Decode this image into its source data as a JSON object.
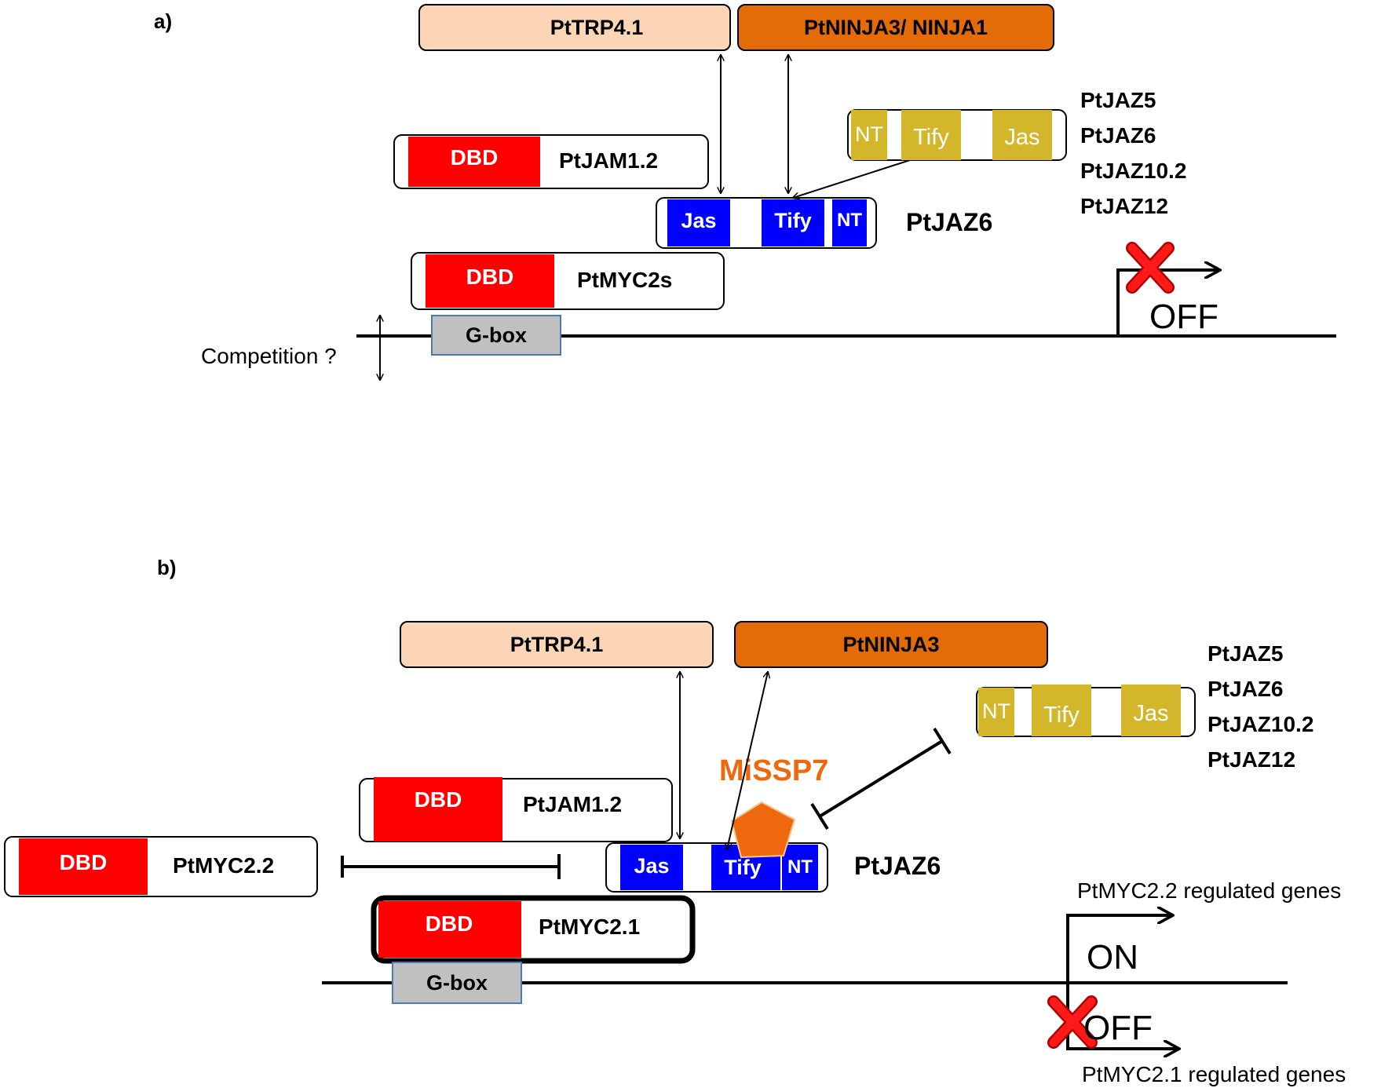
{
  "panel_a": {
    "label": "a)",
    "trp": "PtTRP4.1",
    "ninja": "PtNINJA3/ NINJA1",
    "jam": {
      "domain": "DBD",
      "name": "PtJAM1.2"
    },
    "jaz6": {
      "jas": "Jas",
      "tify": "Tify",
      "nt": "NT",
      "name": "PtJAZ6"
    },
    "myc": {
      "domain": "DBD",
      "name": "PtMYC2s"
    },
    "gbox": "G-box",
    "competition": "Competition ?",
    "jaz_small": {
      "nt": "NT",
      "tify": "Tify",
      "jas": "Jas"
    },
    "jaz_list": [
      "PtJAZ5",
      "PtJAZ6",
      "PtJAZ10.2",
      "PtJAZ12"
    ],
    "state": "OFF"
  },
  "panel_b": {
    "label": "b)",
    "trp": "PtTRP4.1",
    "ninja": "PtNINJA3",
    "jam": {
      "domain": "DBD",
      "name": "PtJAM1.2"
    },
    "myc22": {
      "domain": "DBD",
      "name": "PtMYC2.2"
    },
    "jaz6": {
      "jas": "Jas",
      "tify": "Tify",
      "nt": "NT",
      "name": "PtJAZ6"
    },
    "myc21": {
      "domain": "DBD",
      "name": "PtMYC2.1"
    },
    "gbox": "G-box",
    "missp": "MiSSP7",
    "jaz_small": {
      "nt": "NT",
      "tify": "Tify",
      "jas": "Jas"
    },
    "jaz_list": [
      "PtJAZ5",
      "PtJAZ6",
      "PtJAZ10.2",
      "PtJAZ12"
    ],
    "on_genes": "PtMYC2.2 regulated genes",
    "on_state": "ON",
    "off_state": "OFF",
    "off_genes": "PtMYC2.1 regulated genes"
  },
  "colors": {
    "trp": "#fbd5b5",
    "ninja": "#e36c09",
    "dbd": "#ff0000",
    "jaz_domain": "#0000ff",
    "jaz_small_domain": "#d4b62a",
    "gbox": "#c0c0c0",
    "missp": "#f0680d",
    "cross": "#e00000"
  }
}
